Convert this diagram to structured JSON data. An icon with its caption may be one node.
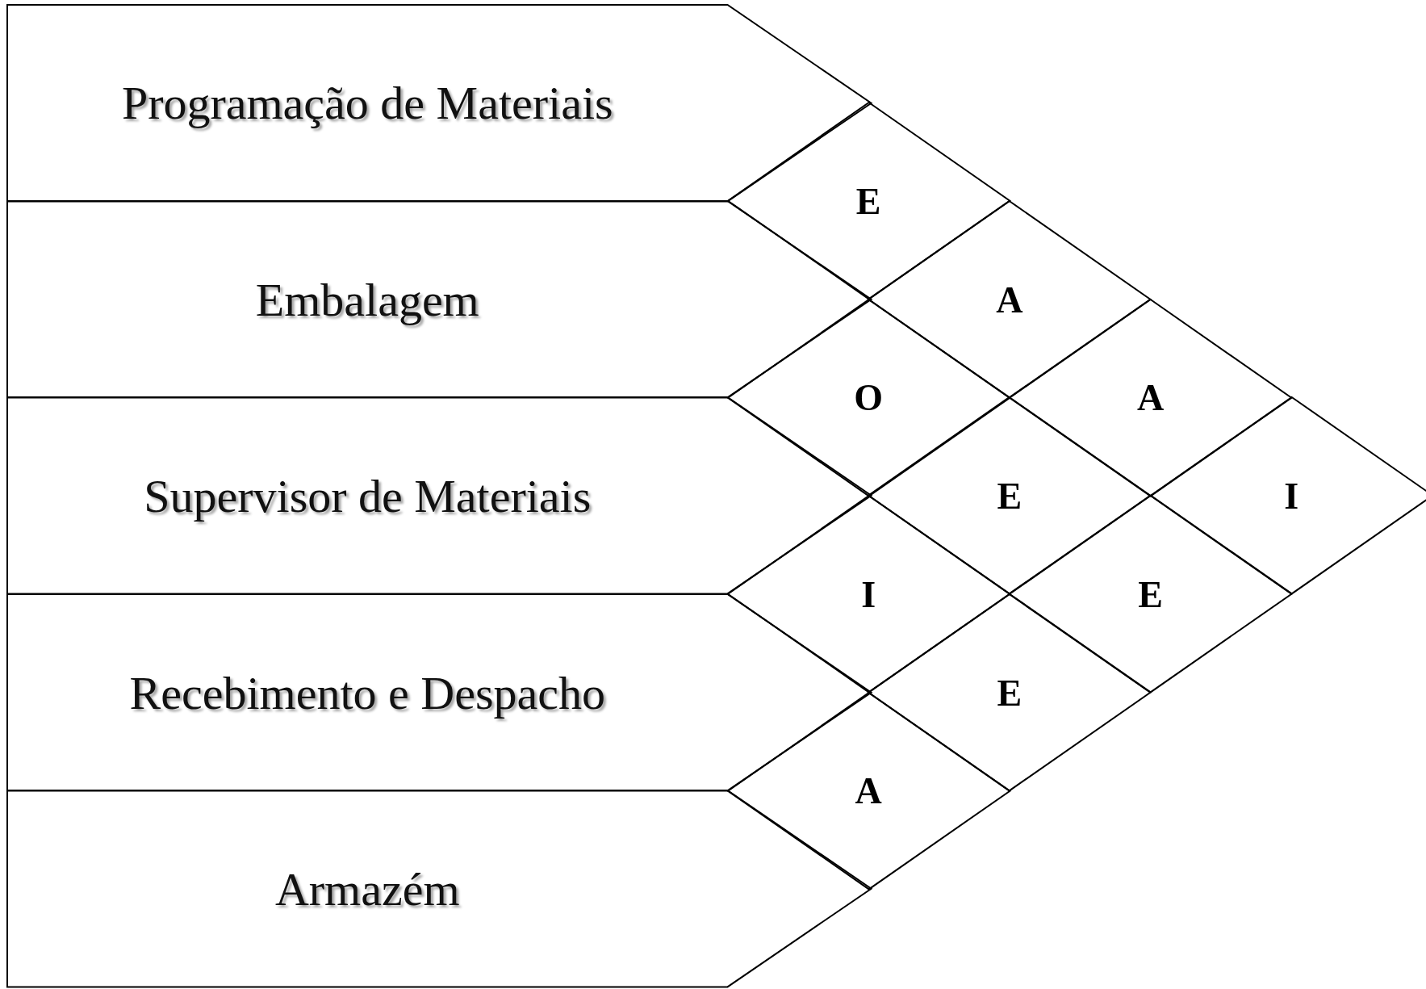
{
  "diagram": {
    "nodes": [
      {
        "text": [
          "Programação de Materiais"
        ]
      },
      {
        "text": [
          "Embalagem"
        ]
      },
      {
        "text": [
          "Supervisor de Materiais"
        ]
      },
      {
        "text": [
          "Recebimento e Despacho"
        ]
      },
      {
        "text": [
          "Armazém"
        ]
      },
      {
        "text": [
          "E"
        ]
      },
      {
        "text": [
          "A"
        ]
      },
      {
        "text": [
          "O"
        ]
      },
      {
        "text": [
          "A"
        ]
      },
      {
        "text": [
          "E"
        ]
      },
      {
        "text": [
          "I"
        ]
      },
      {
        "text": [
          "I"
        ]
      },
      {
        "text": [
          "E"
        ]
      },
      {
        "text": [
          "E"
        ]
      },
      {
        "text": [
          "A"
        ]
      }
    ]
  }
}
